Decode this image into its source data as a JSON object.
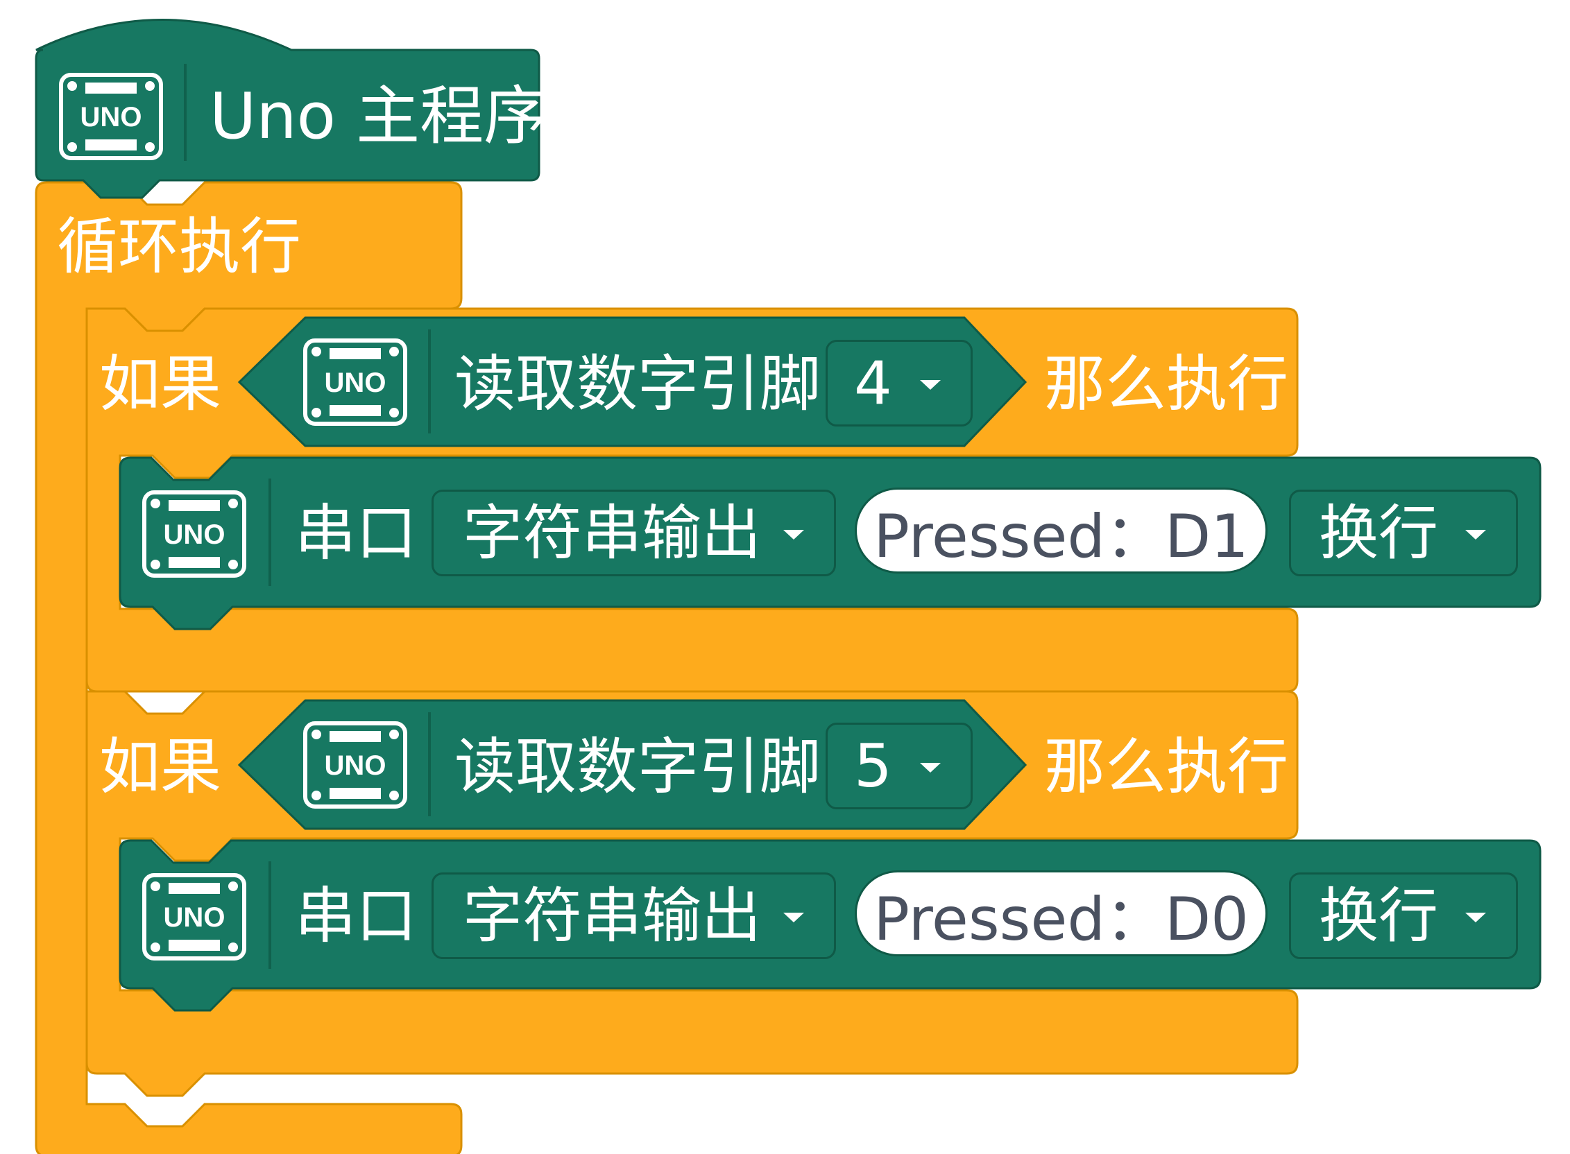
{
  "colors": {
    "event": "#177862",
    "loop": "#feab1c",
    "loop_border": "#d99000",
    "text": "#ffffff",
    "pill_text": "#4a5160"
  },
  "hat": {
    "icon": "uno-board-icon",
    "icon_text": "UNO",
    "label": "Uno 主程序"
  },
  "loop": {
    "label": "循环执行"
  },
  "if_blocks": [
    {
      "if_label": "如果",
      "then_label": "那么执行",
      "condition": {
        "icon": "uno-board-icon",
        "icon_text": "UNO",
        "label": "读取数字引脚",
        "pin": "4"
      },
      "statement": {
        "icon": "uno-board-icon",
        "icon_text": "UNO",
        "label": "串口",
        "mode": "字符串输出",
        "text": "Pressed：D1",
        "newline": "换行"
      }
    },
    {
      "if_label": "如果",
      "then_label": "那么执行",
      "condition": {
        "icon": "uno-board-icon",
        "icon_text": "UNO",
        "label": "读取数字引脚",
        "pin": "5"
      },
      "statement": {
        "icon": "uno-board-icon",
        "icon_text": "UNO",
        "label": "串口",
        "mode": "字符串输出",
        "text": "Pressed：D0",
        "newline": "换行"
      }
    }
  ]
}
